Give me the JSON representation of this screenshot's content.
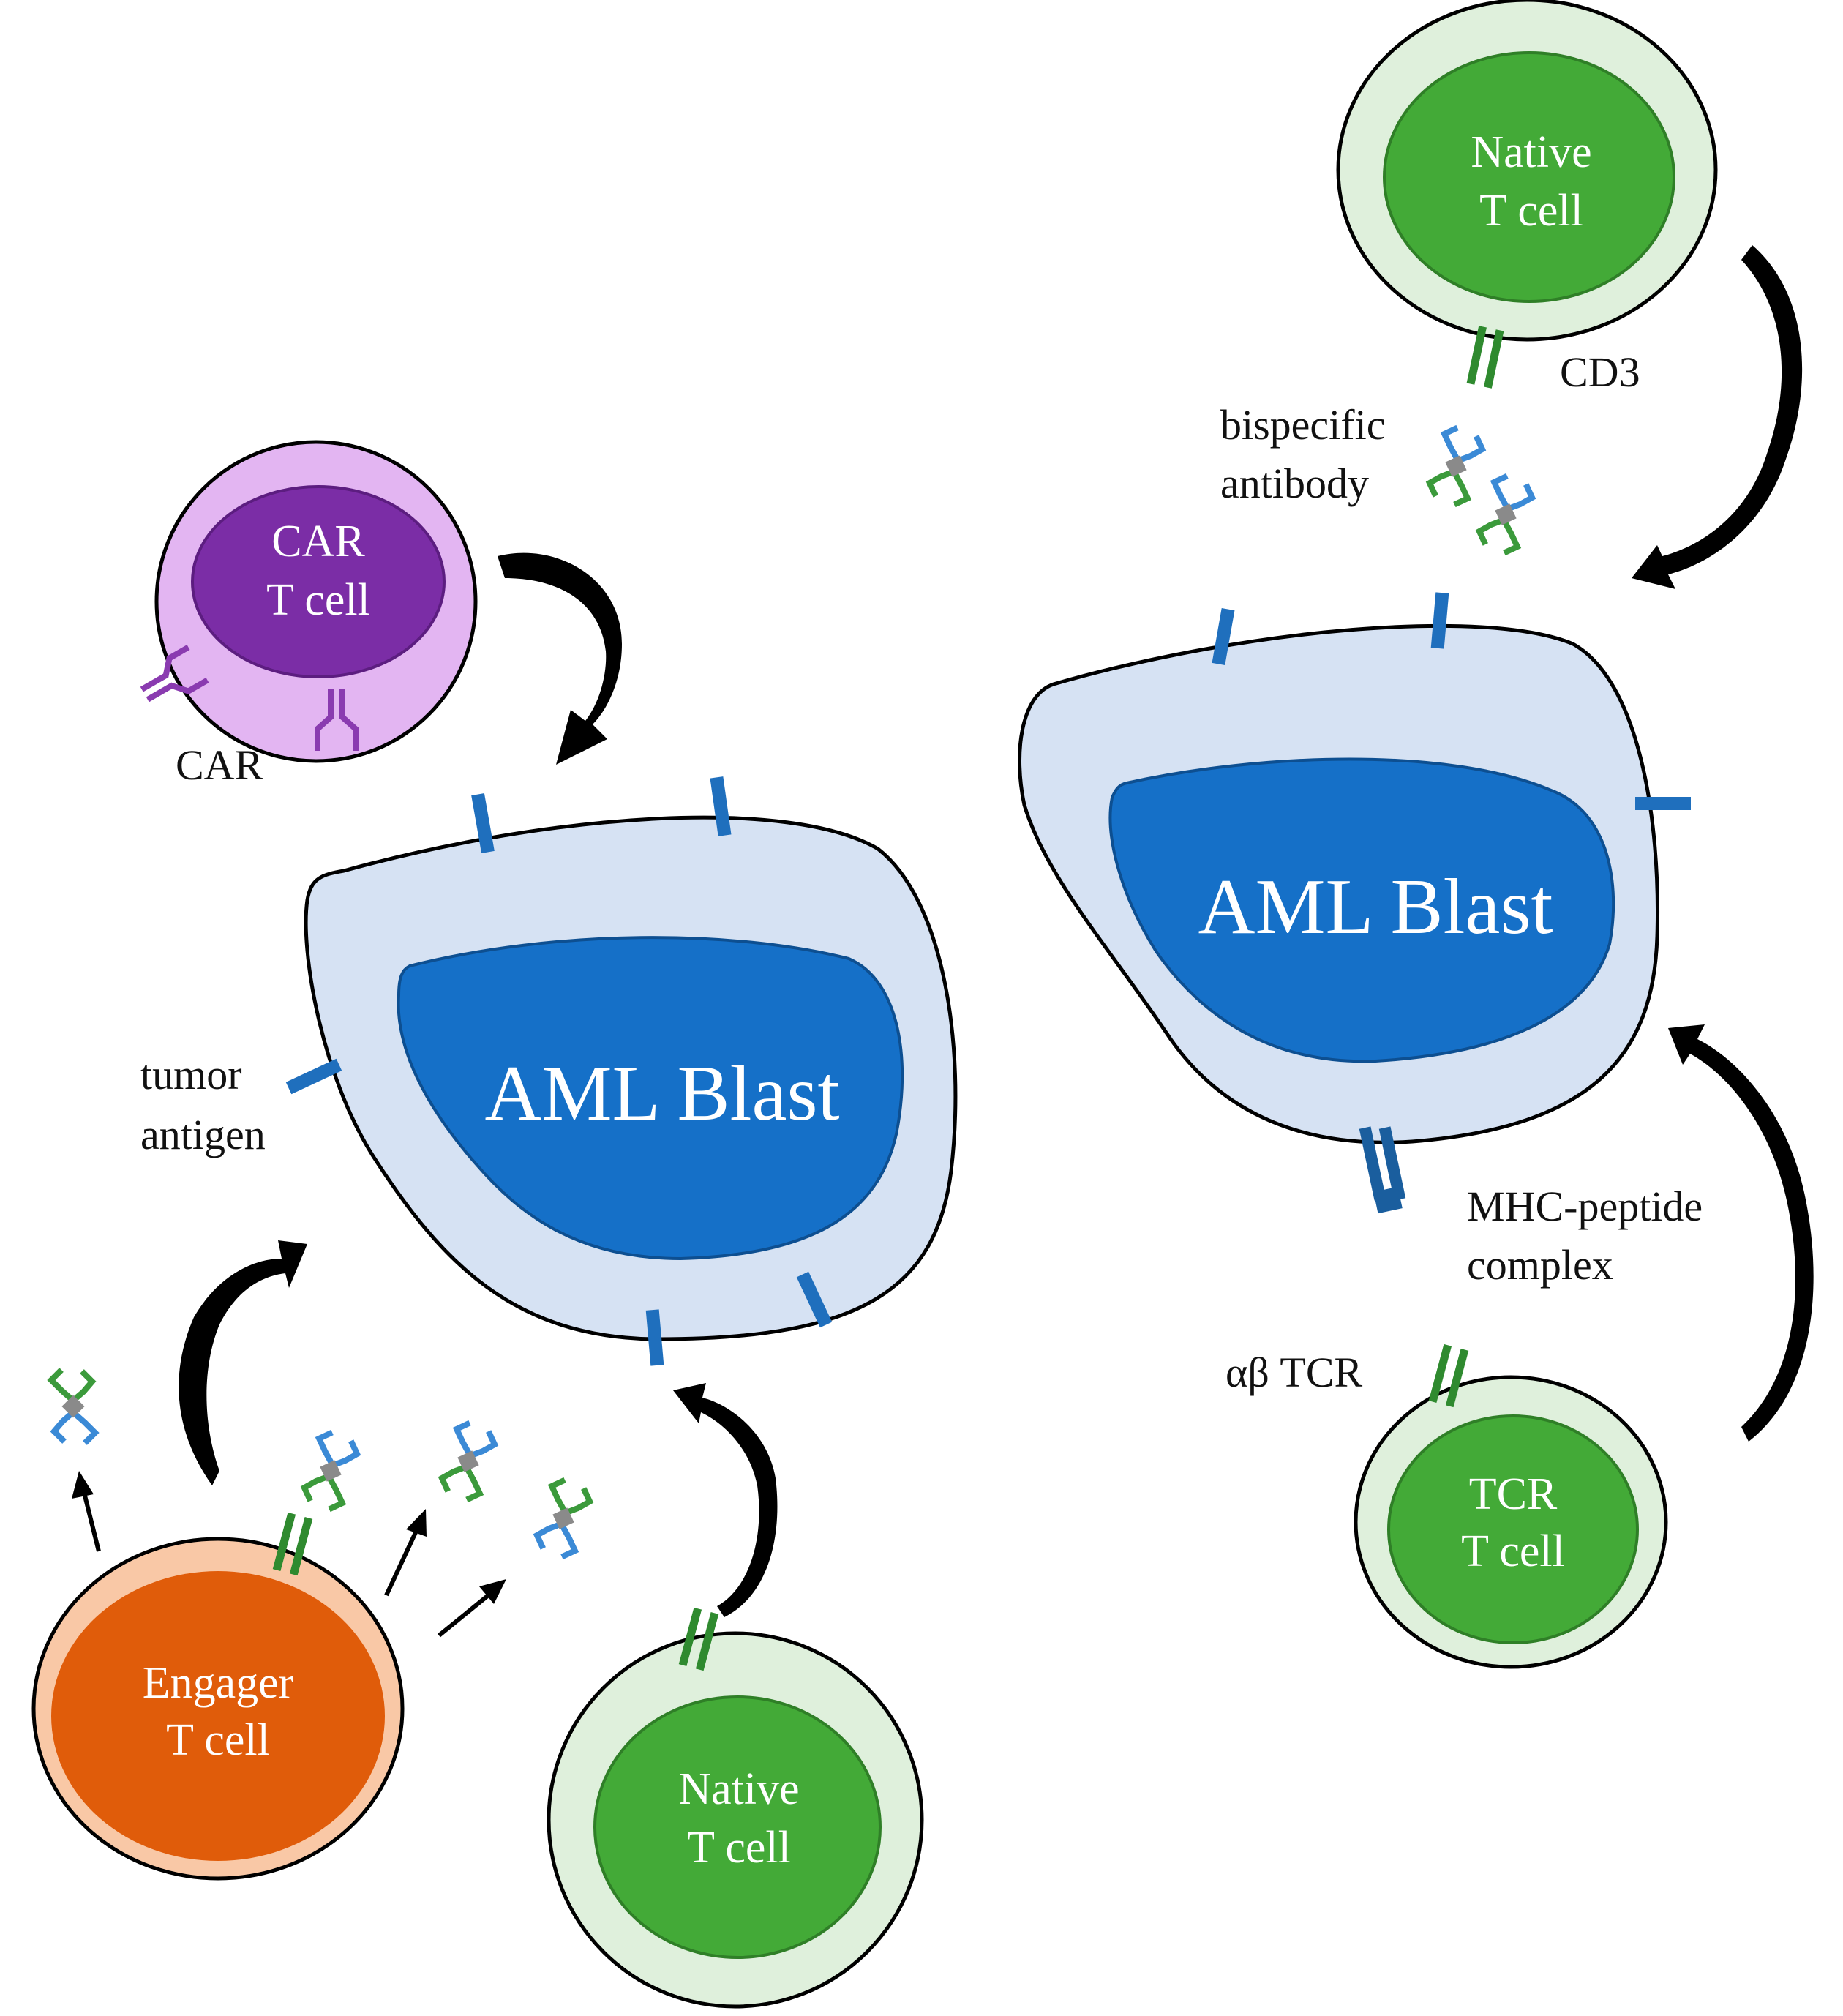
{
  "colors": {
    "blast_cytoplasm": "#d6e2f3",
    "blast_nucleus": "#1570c8",
    "antigen": "#1f6fbd",
    "mhc": "#1a5e9e",
    "native_outer": "#dff0dc",
    "native_inner": "#43aa37",
    "car_outer": "#e3b5f2",
    "car_inner": "#7b2da6",
    "engager_outer": "#f9c8a6",
    "engager_inner": "#e05c0a",
    "tcr_green": "#2f8a2f",
    "antibody_blue": "#3b8ad6",
    "antibody_green": "#3b9a3b",
    "antibody_core": "#8a8a8a",
    "arrow": "#000000"
  },
  "blast_left": {
    "label": "AML Blast"
  },
  "blast_right": {
    "label": "AML Blast"
  },
  "car_cell": {
    "line1": "CAR",
    "line2": "T cell"
  },
  "engager_cell": {
    "line1": "Engager",
    "line2": "T cell"
  },
  "native_cell_bottom": {
    "line1": "Native",
    "line2": "T cell"
  },
  "native_cell_top": {
    "line1": "Native",
    "line2": "T cell"
  },
  "tcr_cell": {
    "line1": "TCR",
    "line2": "T cell"
  },
  "labels": {
    "car": "CAR",
    "tumor_antigen_1": "tumor",
    "tumor_antigen_2": "antigen",
    "cd3": "CD3",
    "bispecific_1": "bispecific",
    "bispecific_2": "antibody",
    "mhc_1": "MHC-peptide",
    "mhc_2": "complex",
    "ab_tcr": "αβ TCR"
  }
}
